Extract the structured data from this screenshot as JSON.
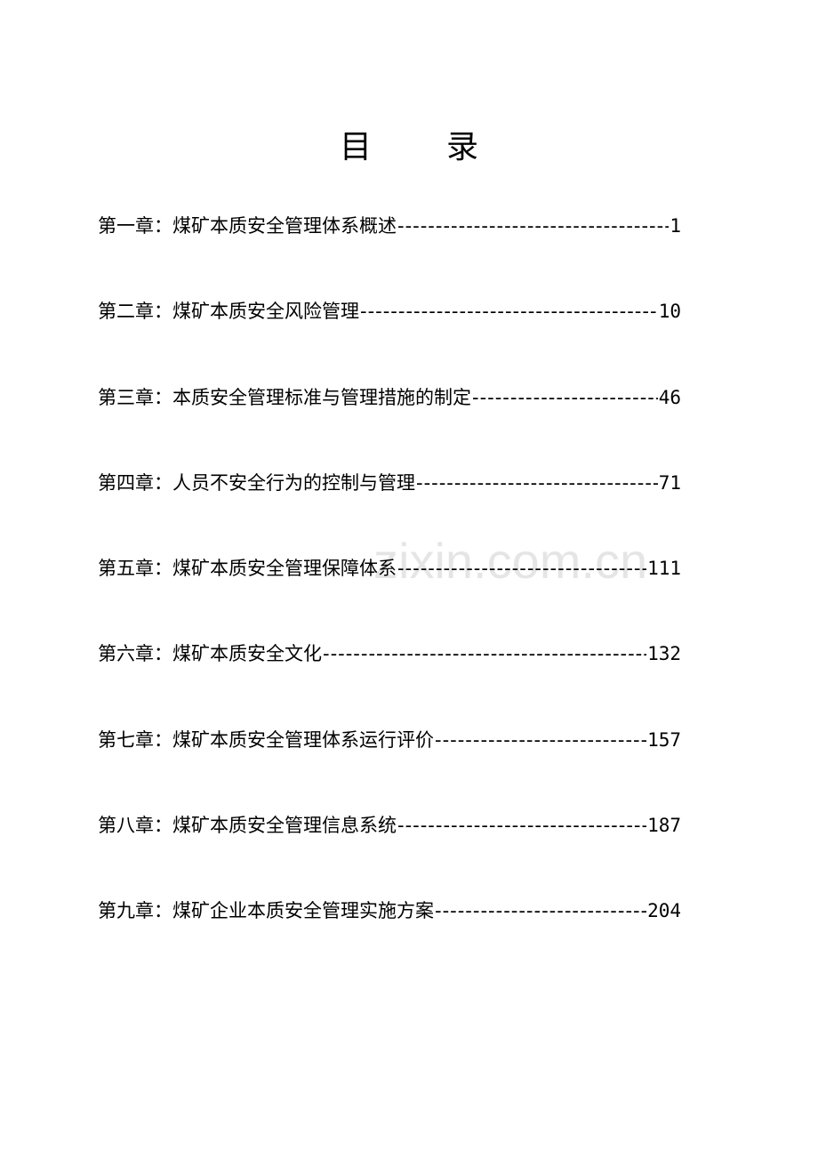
{
  "title": [
    "目",
    "录"
  ],
  "toc": [
    {
      "label": "第一章：煤矿本质安全管理体系概述",
      "page": "1"
    },
    {
      "label": "第二章：煤矿本质安全风险管理",
      "page": "10"
    },
    {
      "label": "第三章：本质安全管理标准与管理措施的制定",
      "page": "46"
    },
    {
      "label": "第四章：人员不安全行为的控制与管理",
      "page": "71"
    },
    {
      "label": "第五章：煤矿本质安全管理保障体系",
      "page": "111"
    },
    {
      "label": "第六章：煤矿本质安全文化",
      "page": "132"
    },
    {
      "label": "第七章：煤矿本质安全管理体系运行评价",
      "page": "157"
    },
    {
      "label": "第八章：煤矿本质安全管理信息系统",
      "page": "187"
    },
    {
      "label": "第九章：煤矿企业本质安全管理实施方案",
      "page": "204"
    }
  ],
  "watermark": "zixin.com.cn"
}
